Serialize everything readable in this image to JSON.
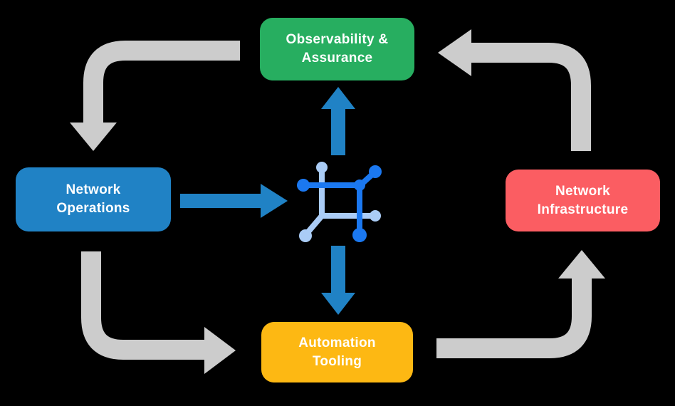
{
  "diagram": {
    "background": "#000000",
    "nodes": [
      {
        "id": "observability-assurance",
        "lines": [
          "Observability &",
          "Assurance"
        ],
        "color": "#27AE60",
        "text_color": "#FFFFFF"
      },
      {
        "id": "network-operations",
        "lines": [
          "Network",
          "Operations"
        ],
        "color": "#2082C5",
        "text_color": "#FFFFFF"
      },
      {
        "id": "network-infrastructure",
        "lines": [
          "Network",
          "Infrastructure"
        ],
        "color": "#FB5D62",
        "text_color": "#FFFFFF"
      },
      {
        "id": "automation-tooling",
        "lines": [
          "Automation",
          "Tooling"
        ],
        "color": "#FDB813",
        "text_color": "#FFFFFF"
      }
    ],
    "center_icon": {
      "name": "network-automation-icon",
      "color_primary": "#1B78F0",
      "color_secondary": "#AACCF6"
    },
    "flows": [
      {
        "from": "observability-assurance",
        "to": "network-operations",
        "style": "gray"
      },
      {
        "from": "network-operations",
        "to": "automation-tooling",
        "style": "gray"
      },
      {
        "from": "automation-tooling",
        "to": "network-infrastructure",
        "style": "gray"
      },
      {
        "from": "network-infrastructure",
        "to": "observability-assurance",
        "style": "gray"
      },
      {
        "from": "network-operations",
        "to": "center-icon",
        "style": "blue"
      },
      {
        "from": "center-icon",
        "to": "observability-assurance",
        "style": "blue"
      },
      {
        "from": "center-icon",
        "to": "automation-tooling",
        "style": "blue"
      }
    ],
    "colors": {
      "arrow_gray": "#CCCCCC",
      "arrow_blue": "#2082C5"
    }
  }
}
